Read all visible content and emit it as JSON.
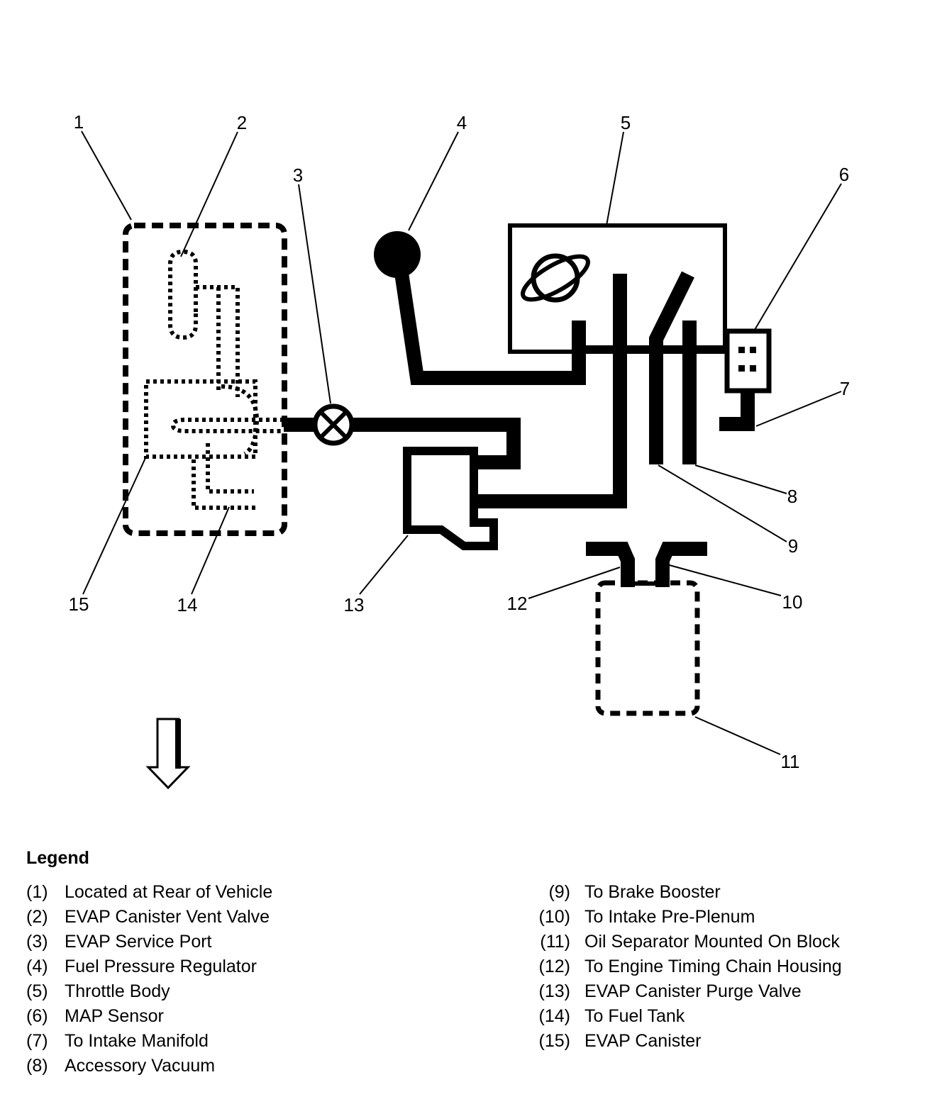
{
  "callouts": [
    "1",
    "2",
    "3",
    "4",
    "5",
    "6",
    "7",
    "8",
    "9",
    "10",
    "11",
    "12",
    "13",
    "14",
    "15"
  ],
  "legend": {
    "title": "Legend",
    "left": [
      {
        "num": "(1)",
        "text": "Located at Rear of Vehicle"
      },
      {
        "num": "(2)",
        "text": "EVAP Canister Vent Valve"
      },
      {
        "num": "(3)",
        "text": "EVAP Service Port"
      },
      {
        "num": "(4)",
        "text": "Fuel Pressure Regulator"
      },
      {
        "num": "(5)",
        "text": "Throttle Body"
      },
      {
        "num": "(6)",
        "text": "MAP Sensor"
      },
      {
        "num": "(7)",
        "text": "To Intake Manifold"
      },
      {
        "num": "(8)",
        "text": "Accessory Vacuum"
      }
    ],
    "right": [
      {
        "num": "(9)",
        "text": "To Brake Booster"
      },
      {
        "num": "(10)",
        "text": "To Intake Pre-Plenum"
      },
      {
        "num": "(11)",
        "text": "Oil Separator Mounted On Block"
      },
      {
        "num": "(12)",
        "text": "To Engine Timing Chain Housing"
      },
      {
        "num": "(13)",
        "text": "EVAP Canister Purge Valve"
      },
      {
        "num": "(14)",
        "text": "To Fuel Tank"
      },
      {
        "num": "(15)",
        "text": "EVAP Canister"
      }
    ]
  }
}
